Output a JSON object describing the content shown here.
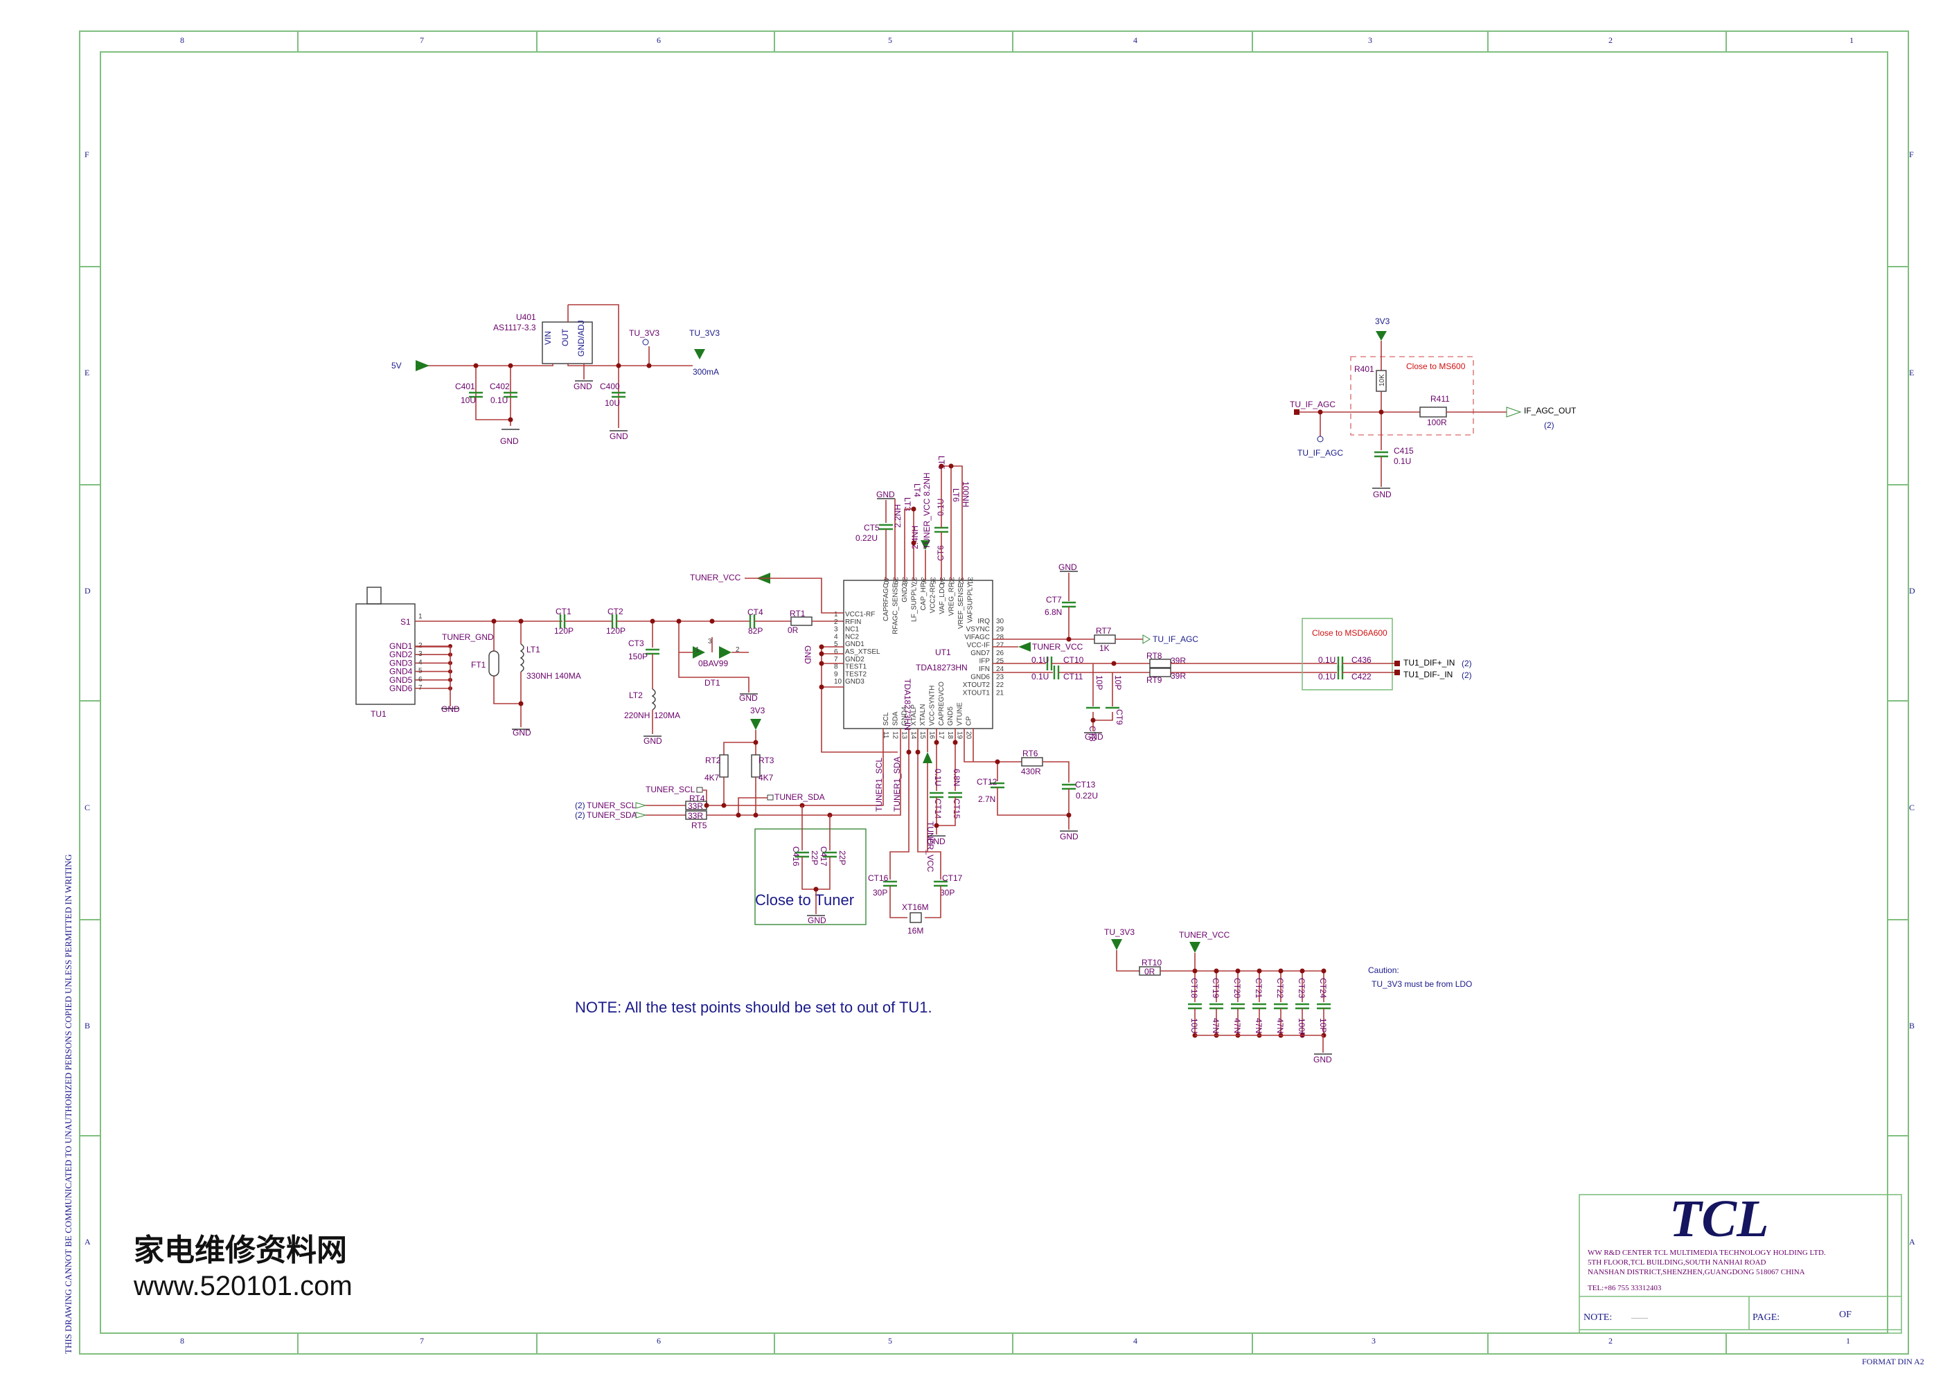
{
  "zones": {
    "top": [
      "8",
      "7",
      "6",
      "5",
      "4",
      "3",
      "2",
      "1"
    ],
    "side": [
      "F",
      "E",
      "D",
      "C",
      "B",
      "A"
    ]
  },
  "side_note": "THIS DRAWING CANNOT BE COMMUNICATED TO UNAUTHORIZED PERSONS COPIED UNLESS PERMITTED IN WRITING",
  "title_block": {
    "logo": "TCL",
    "line1": "WW R&D CENTER TCL MULTIMEDIA TECHNOLOGY HOLDING LTD.",
    "line2": "5TH FLOOR,TCL BUILDING,SOUTH NANHAI ROAD",
    "line3": "NANSHAN DISTRICT,SHENZHEN,GUANGDONG 518067 CHINA",
    "line4": "TEL:+86 755 33312403",
    "note_label": "NOTE:",
    "note_value": "——",
    "page_label": "PAGE:",
    "of_label": "OF",
    "format": "FORMAT DIN A2"
  },
  "watermark": {
    "chinese": "家电维修资料网",
    "url": "www.520101.com"
  },
  "power": {
    "u401": "U401",
    "u401_part": "AS1117-3.3",
    "vin": "VIN",
    "out": "OUT",
    "gnd_adj": "GND/ADJ",
    "in_net": "5V",
    "c401": "C401",
    "c401_v": "10U",
    "c402": "C402",
    "c402_v": "0.1U",
    "c400": "C400",
    "c400_v": "10U",
    "tp": "TU_3V3",
    "out_net": "TU_3V3",
    "current": "300mA",
    "gnd": "GND"
  },
  "agc": {
    "vcc": "3V3",
    "r401": "R401",
    "r401_v": "10K",
    "note": "Close to MS600",
    "tu_if_agc": "TU_IF_AGC",
    "tp": "TU_IF_AGC",
    "r411": "R411",
    "r411_v": "100R",
    "out": "IF_AGC_OUT",
    "page_ref": "(2)",
    "c415": "C415",
    "c415_v": "0.1U",
    "gnd": "GND"
  },
  "tuner": {
    "ic": "UT1",
    "ic_part": "TDA18273HN",
    "ic_part_vertical": "TDA18273HN",
    "left_pins": [
      "VCC1-RF",
      "RFIN",
      "NC1",
      "NC2",
      "GND1",
      "AS_XTSEL",
      "GND2",
      "TEST1",
      "TEST2",
      "GND3"
    ],
    "left_nums": [
      "1",
      "2",
      "3",
      "4",
      "5",
      "6",
      "7",
      "8",
      "9",
      "10"
    ],
    "right_pins": [
      "IRQ",
      "VSYNC",
      "VIFAGC",
      "VCC-IF",
      "GND7",
      "IFP",
      "IFN",
      "GND6",
      "XTOUT2",
      "XTOUT1"
    ],
    "right_nums": [
      "30",
      "29",
      "28",
      "27",
      "26",
      "25",
      "24",
      "23",
      "22",
      "21"
    ],
    "top_pins": [
      "CAPRFAGC",
      "RFAGC_SENSE",
      "GND2",
      "LF_SUPPLY",
      "CAP_HF",
      "VCC2-RF",
      "VAF_LDO",
      "VREG_RF",
      "VREF_SENSE",
      "VAFSUPPLY"
    ],
    "top_nums": [
      "40",
      "39",
      "38",
      "37",
      "36",
      "35",
      "34",
      "33",
      "32",
      "31"
    ],
    "bottom_pins": [
      "SCL",
      "SDA",
      "GND4",
      "XTALP",
      "XTALN",
      "VCC-SYNTH",
      "CAPREGVCO",
      "GND5",
      "VTUNE",
      "CP"
    ],
    "bottom_nums": [
      "11",
      "12",
      "13",
      "14",
      "15",
      "16",
      "17",
      "18",
      "19",
      "20"
    ],
    "tu1": "TU1",
    "s1": "S1",
    "gnd_pins": [
      "GND1",
      "GND2",
      "GND3",
      "GND4",
      "GND5",
      "GND6"
    ],
    "tu1_nums": [
      "1",
      "2",
      "3",
      "4",
      "5",
      "6",
      "7"
    ],
    "tuner_gnd": "TUNER_GND",
    "ft1": "FT1",
    "lt1": "LT1",
    "lt1_v": "330NH 140MA",
    "ct1": "CT1",
    "ct1_v": "120P",
    "ct2": "CT2",
    "ct2_v": "120P",
    "ct3": "CT3",
    "ct3_v": "150P",
    "lt2": "LT2",
    "lt2_v": "220NH",
    "lt2_v2": "120MA",
    "dt1": "DT1",
    "dt1_v": "0BAV99",
    "dt1_p1": "1",
    "dt1_p2": "2",
    "dt1_p3": "3",
    "ct4": "CT4",
    "ct4_v": "82P",
    "rt1": "RT1",
    "rt1_v": "0R",
    "tuner_vcc": "TUNER_VCC",
    "ct5": "CT5",
    "ct5_v": "0.22U",
    "lt3": "LT3",
    "lt3_v": "2.2NH",
    "lt4": "LT4",
    "lt4_v": "2.4NH",
    "lt4_net": "TUNER_VCC 8.2NH",
    "ct6": "CT6",
    "ct6_v": "0.1U",
    "lt5": "LT5",
    "lt6": "LT6",
    "lt6_v": "100NH",
    "ct7": "CT7",
    "ct7_v": "6.8N",
    "rt7": "RT7",
    "rt7_v": "1K",
    "if_agc": "TU_IF_AGC",
    "vcc_if_net": "TUNER_VCC",
    "ct10": "CT10",
    "ct10_v": "0.1U",
    "ct11": "CT11",
    "ct11_v": "0.1U",
    "rt8": "RT8",
    "rt8_v": "39R",
    "rt9": "RT9",
    "rt9_v": "39R",
    "ct8": "CT8",
    "ct8_v": "10P",
    "ct9": "CT9",
    "ct9_v": "10P",
    "msd_note": "Close to MSD6A600",
    "c436": "C436",
    "c436_v": "0.1U",
    "c422": "C422",
    "c422_v": "0.1U",
    "dif_p": "TU1_DIF+_IN",
    "dif_n": "TU1_DIF-_IN",
    "ref2": "(2)",
    "vcc3v3": "3V3",
    "rt2": "RT2",
    "rt2_v": "4K7",
    "rt3": "RT3",
    "rt3_v": "4K7",
    "tp_scl": "TUNER_SCL",
    "tp_sda": "TUNER_SDA",
    "rt4": "RT4",
    "rt4_v": "33R",
    "rt5": "RT5",
    "rt5_v": "33R",
    "scl_in": "TUNER_SCL",
    "sda_in": "TUNER_SDA",
    "tuner1_scl": "TUNER1_SCL",
    "tuner1_sda": "TUNER1_SDA",
    "c416": "C416",
    "c416_v": "22P",
    "c417": "C417",
    "c417_v": "22P",
    "close_tuner": "Close to Tuner",
    "ct14": "CT14",
    "ct14_v": "0.1U",
    "ct15": "CT15",
    "ct15_v": "6.8N",
    "synth_net": "TUNER_VCC",
    "ct16": "CT16",
    "ct16_v": "30P",
    "ct17": "CT17",
    "ct17_v": "30P",
    "xt": "XT16M",
    "xt_v": "16M",
    "rt6": "RT6",
    "rt6_v": "430R",
    "ct12": "CT12",
    "ct12_v": "2.7N",
    "ct13": "CT13",
    "ct13_v": "0.22U",
    "gnd": "GND"
  },
  "decoupling": {
    "net1": "TU_3V3",
    "net2": "TUNER_VCC",
    "rt10": "RT10",
    "rt10_v": "0R",
    "caps": [
      "CT18",
      "CT19",
      "CT20",
      "CT21",
      "CT22",
      "CT23",
      "CT24"
    ],
    "values": [
      "10U",
      "47N",
      "47N",
      "47N",
      "47N",
      "100P",
      "10P"
    ],
    "caution": "Caution:",
    "caution_text": "TU_3V3 must be from LDO",
    "gnd": "GND"
  },
  "note": "NOTE: All the test points should be set to out of TU1."
}
